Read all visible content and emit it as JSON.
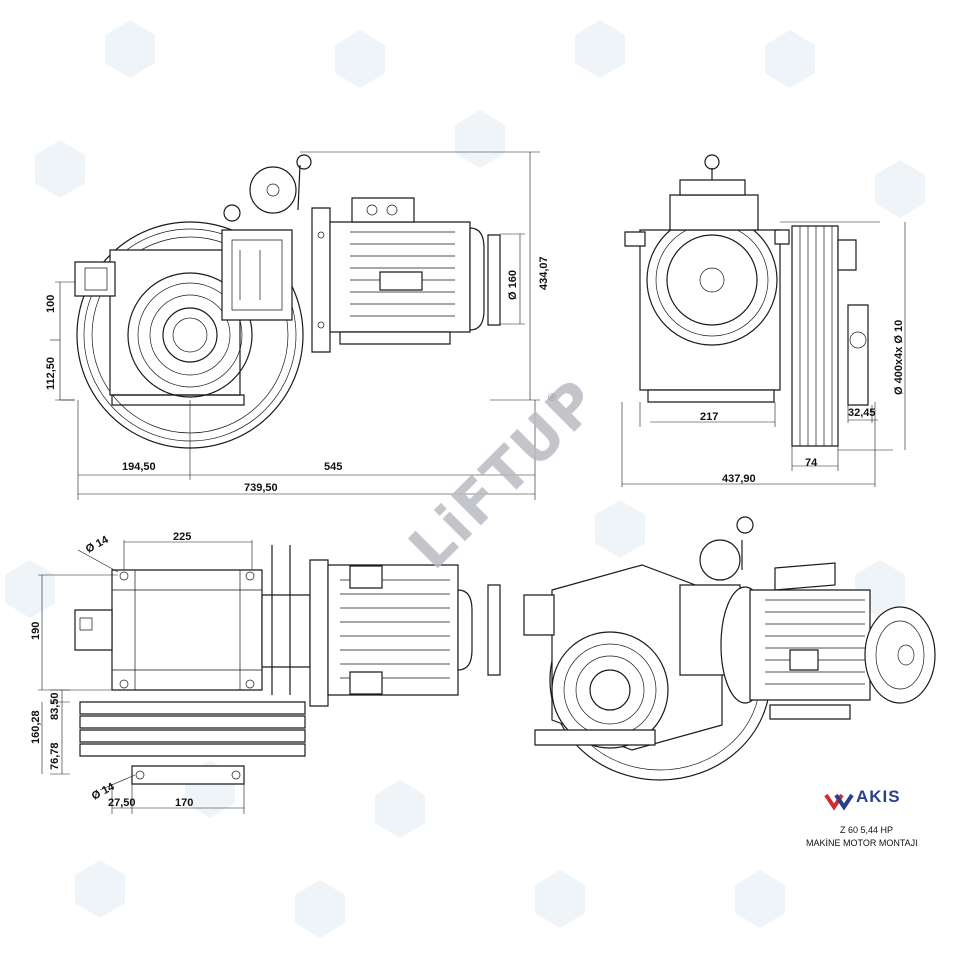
{
  "watermark": {
    "text": "LiFTUP",
    "registered": "®"
  },
  "brand": {
    "logo_text": "AKIS",
    "model": "Z 60 5,44 HP",
    "caption": "MAKİNE MOTOR MONTAJI"
  },
  "views": {
    "front": {
      "dims": [
        "100",
        "112,50",
        "194,50",
        "545",
        "739,50",
        "Ø 160",
        "434,07"
      ]
    },
    "side": {
      "dims": [
        "217",
        "32,45",
        "74",
        "437,90",
        "Ø 400x4x Ø 10"
      ]
    },
    "top": {
      "dims": [
        "Ø 14",
        "225",
        "190",
        "83,50",
        "160,28",
        "76,78",
        "Ø 14",
        "27,50",
        "170"
      ]
    }
  },
  "colors": {
    "line": "#1a1a1a",
    "watermark": "#b9bcc2",
    "brand_blue": "#2b3f8f",
    "brand_red": "#d62b2b",
    "bg_pattern": "#dfe9f3"
  }
}
